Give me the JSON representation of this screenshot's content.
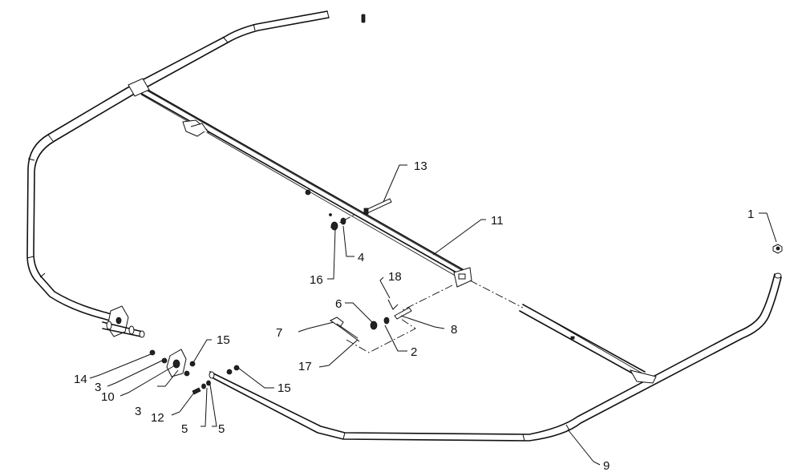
{
  "callouts": {
    "c1": "1",
    "c2": "2",
    "c3a": "3",
    "c3b": "3",
    "c4": "4",
    "c5a": "5",
    "c5b": "5",
    "c6": "6",
    "c7": "7",
    "c8": "8",
    "c9": "9",
    "c10": "10",
    "c11": "11",
    "c12": "12",
    "c13": "13",
    "c14": "14",
    "c15a": "15",
    "c15b": "15",
    "c16": "16",
    "c17": "17",
    "c18": "18"
  }
}
